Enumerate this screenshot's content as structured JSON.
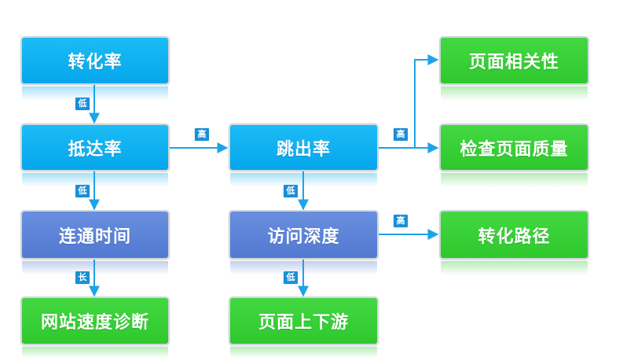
{
  "nodes": {
    "conversion_rate": "转化率",
    "arrival_rate": "抵达率",
    "connect_time": "连通时间",
    "site_speed_diag": "网站速度诊断",
    "bounce_rate": "跳出率",
    "visit_depth": "访问深度",
    "page_updown": "页面上下游",
    "page_relevance": "页面相关性",
    "check_page_quality": "检查页面质量",
    "conversion_path": "转化路径"
  },
  "edges": {
    "conv_to_arrival": "低",
    "arrival_to_connect": "低",
    "connect_to_speed": "长",
    "arrival_to_bounce": "高",
    "bounce_to_right": "高",
    "bounce_to_depth": "低",
    "depth_to_path": "高",
    "depth_to_updown": "低"
  },
  "colors": {
    "blue": "#07a9ee",
    "slate": "#5b82d6",
    "green": "#35cc34",
    "connector": "#1ea3e8",
    "badge": "#1a8fd6"
  }
}
